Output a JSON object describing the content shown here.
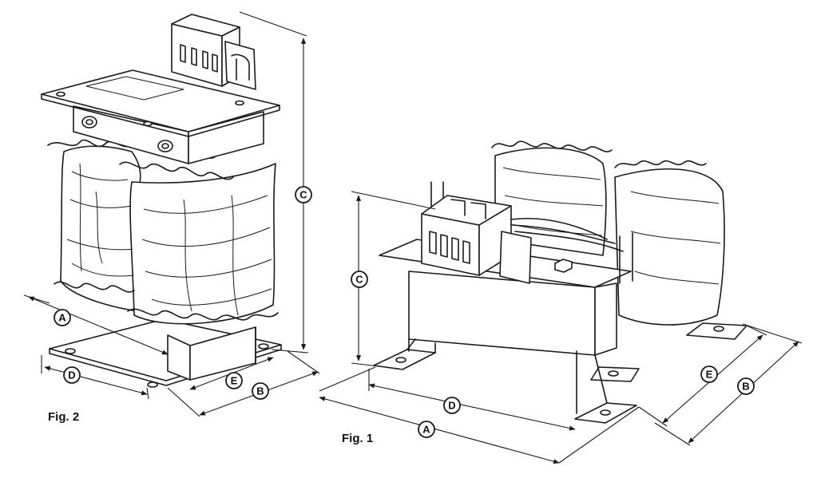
{
  "figures": [
    {
      "id": "fig2",
      "caption": "Fig. 2",
      "dimensions": [
        "A",
        "B",
        "C",
        "D",
        "E"
      ]
    },
    {
      "id": "fig1",
      "caption": "Fig. 1",
      "dimensions": [
        "A",
        "B",
        "C",
        "D",
        "E"
      ]
    }
  ]
}
